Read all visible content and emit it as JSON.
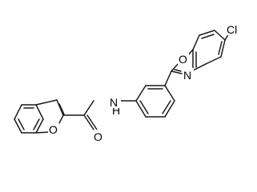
{
  "molecule": {
    "atoms": {
      "o_furan": "O",
      "o_carbonyl": "O",
      "nh": "N",
      "nh_h": "H",
      "o_oxazole": "O",
      "n_oxazole": "N",
      "cl": "Cl"
    }
  }
}
